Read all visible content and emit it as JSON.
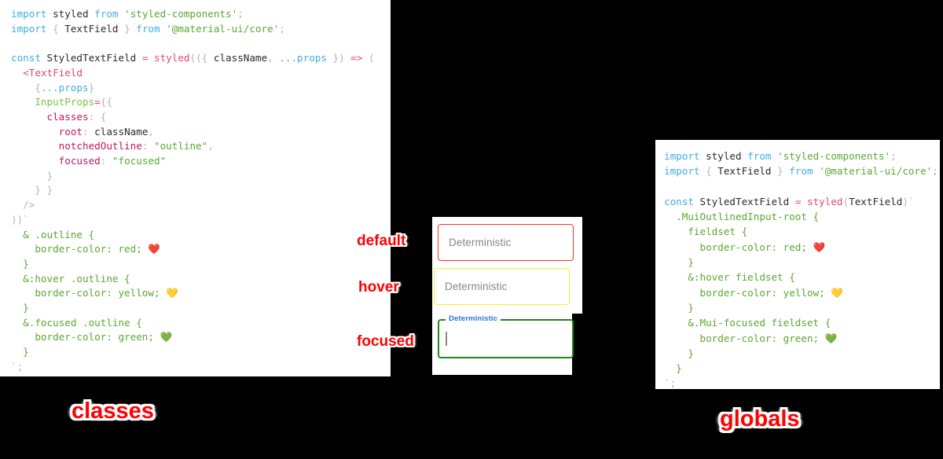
{
  "panels": {
    "left": {
      "name": "classes",
      "label": "classes",
      "code_lines": [
        [
          {
            "t": "kw",
            "s": "import"
          },
          {
            "t": "plain",
            "s": " styled "
          },
          {
            "t": "kw",
            "s": "from"
          },
          {
            "t": "plain",
            "s": " "
          },
          {
            "t": "str",
            "s": "'styled-components'"
          },
          {
            "t": "punc",
            "s": ";"
          }
        ],
        [
          {
            "t": "kw",
            "s": "import"
          },
          {
            "t": "punc",
            "s": " { "
          },
          {
            "t": "plain",
            "s": "TextField"
          },
          {
            "t": "punc",
            "s": " } "
          },
          {
            "t": "kw",
            "s": "from"
          },
          {
            "t": "plain",
            "s": " "
          },
          {
            "t": "str",
            "s": "'@material-ui/core'"
          },
          {
            "t": "punc",
            "s": ";"
          }
        ],
        [],
        [
          {
            "t": "kw",
            "s": "const"
          },
          {
            "t": "plain",
            "s": " StyledTextField "
          },
          {
            "t": "op",
            "s": "="
          },
          {
            "t": "plain",
            "s": " "
          },
          {
            "t": "fn",
            "s": "styled"
          },
          {
            "t": "punc",
            "s": "(({ "
          },
          {
            "t": "plain",
            "s": "className"
          },
          {
            "t": "punc",
            "s": ", "
          },
          {
            "t": "prps",
            "s": "...props"
          },
          {
            "t": "punc",
            "s": " }) "
          },
          {
            "t": "op",
            "s": "=>"
          },
          {
            "t": "punc",
            "s": " ("
          }
        ],
        [
          {
            "t": "plain",
            "s": "  "
          },
          {
            "t": "tag",
            "s": "<TextField"
          }
        ],
        [
          {
            "t": "punc",
            "s": "    {"
          },
          {
            "t": "prps",
            "s": "...props"
          },
          {
            "t": "punc",
            "s": "}"
          }
        ],
        [
          {
            "t": "attr",
            "s": "    InputProps"
          },
          {
            "t": "op",
            "s": "="
          },
          {
            "t": "punc",
            "s": "{{"
          }
        ],
        [
          {
            "t": "prop",
            "s": "      classes"
          },
          {
            "t": "punc",
            "s": ": {"
          }
        ],
        [
          {
            "t": "prop",
            "s": "        root"
          },
          {
            "t": "punc",
            "s": ": "
          },
          {
            "t": "plain",
            "s": "className"
          },
          {
            "t": "punc",
            "s": ","
          }
        ],
        [
          {
            "t": "prop",
            "s": "        notchedOutline"
          },
          {
            "t": "punc",
            "s": ": "
          },
          {
            "t": "str",
            "s": "\"outline\""
          },
          {
            "t": "punc",
            "s": ","
          }
        ],
        [
          {
            "t": "prop",
            "s": "        focused"
          },
          {
            "t": "punc",
            "s": ": "
          },
          {
            "t": "str",
            "s": "\"focused\""
          }
        ],
        [
          {
            "t": "punc",
            "s": "      }"
          }
        ],
        [
          {
            "t": "punc",
            "s": "    } }"
          }
        ],
        [
          {
            "t": "punc",
            "s": "  />"
          }
        ],
        [
          {
            "t": "punc",
            "s": "))`"
          }
        ],
        [
          {
            "t": "css",
            "s": "  & .outline {"
          }
        ],
        [
          {
            "t": "css",
            "s": "    border-color: red; "
          },
          {
            "t": "emoji",
            "s": "❤️"
          }
        ],
        [
          {
            "t": "css",
            "s": "  }"
          }
        ],
        [
          {
            "t": "css",
            "s": "  &:hover .outline {"
          }
        ],
        [
          {
            "t": "css",
            "s": "    border-color: yellow; "
          },
          {
            "t": "emoji",
            "s": "💛"
          }
        ],
        [
          {
            "t": "css",
            "s": "  }"
          }
        ],
        [
          {
            "t": "css",
            "s": "  &.focused .outline {"
          }
        ],
        [
          {
            "t": "css",
            "s": "    border-color: green; "
          },
          {
            "t": "emoji",
            "s": "💚"
          }
        ],
        [
          {
            "t": "css",
            "s": "  }"
          }
        ],
        [
          {
            "t": "punc",
            "s": "`;"
          }
        ]
      ]
    },
    "right": {
      "name": "globals",
      "label": "globals",
      "code_lines": [
        [
          {
            "t": "kw",
            "s": "import"
          },
          {
            "t": "plain",
            "s": " styled "
          },
          {
            "t": "kw",
            "s": "from"
          },
          {
            "t": "plain",
            "s": " "
          },
          {
            "t": "str",
            "s": "'styled-components'"
          },
          {
            "t": "punc",
            "s": ";"
          }
        ],
        [
          {
            "t": "kw",
            "s": "import"
          },
          {
            "t": "punc",
            "s": " { "
          },
          {
            "t": "plain",
            "s": "TextField"
          },
          {
            "t": "punc",
            "s": " } "
          },
          {
            "t": "kw",
            "s": "from"
          },
          {
            "t": "plain",
            "s": " "
          },
          {
            "t": "str",
            "s": "'@material-ui/core'"
          },
          {
            "t": "punc",
            "s": ";"
          }
        ],
        [],
        [
          {
            "t": "kw",
            "s": "const"
          },
          {
            "t": "plain",
            "s": " StyledTextField "
          },
          {
            "t": "op",
            "s": "="
          },
          {
            "t": "plain",
            "s": " "
          },
          {
            "t": "fn",
            "s": "styled"
          },
          {
            "t": "punc",
            "s": "("
          },
          {
            "t": "plain",
            "s": "TextField"
          },
          {
            "t": "punc",
            "s": ")`"
          }
        ],
        [
          {
            "t": "css",
            "s": "  .MuiOutlinedInput-root {"
          }
        ],
        [
          {
            "t": "css",
            "s": "    fieldset {"
          }
        ],
        [
          {
            "t": "css",
            "s": "      border-color: red; "
          },
          {
            "t": "emoji",
            "s": "❤️"
          }
        ],
        [
          {
            "t": "css",
            "s": "    }"
          }
        ],
        [
          {
            "t": "css",
            "s": "    &:hover fieldset {"
          }
        ],
        [
          {
            "t": "css",
            "s": "      border-color: yellow; "
          },
          {
            "t": "emoji",
            "s": "💛"
          }
        ],
        [
          {
            "t": "css",
            "s": "    }"
          }
        ],
        [
          {
            "t": "css",
            "s": "    &.Mui-focused fieldset {"
          }
        ],
        [
          {
            "t": "css",
            "s": "      border-color: green; "
          },
          {
            "t": "emoji",
            "s": "💚"
          }
        ],
        [
          {
            "t": "css",
            "s": "    }"
          }
        ],
        [
          {
            "t": "css",
            "s": "  }"
          }
        ],
        [
          {
            "t": "punc",
            "s": "`;"
          }
        ]
      ]
    }
  },
  "demo": {
    "fields": [
      {
        "state": "default",
        "callout": "default",
        "value": "Deterministic",
        "border_color": "#ff2d2d",
        "floating_label": null
      },
      {
        "state": "hover",
        "callout": "hover",
        "value": "Deterministic",
        "border_color": "#f5f02a",
        "floating_label": null
      },
      {
        "state": "focused",
        "callout": "focused",
        "value": "",
        "border_color": "#1a8a1a",
        "floating_label": "Deterministic"
      }
    ]
  },
  "colors": {
    "background": "#000000",
    "panel": "#ffffff",
    "callout_text": "#ff0000",
    "callout_outline": "#ffffff",
    "red": "#ff2d2d",
    "yellow": "#f5f02a",
    "green": "#1a8a1a",
    "floating_label_blue": "#2f72d6",
    "placeholder_gray": "#878787"
  }
}
